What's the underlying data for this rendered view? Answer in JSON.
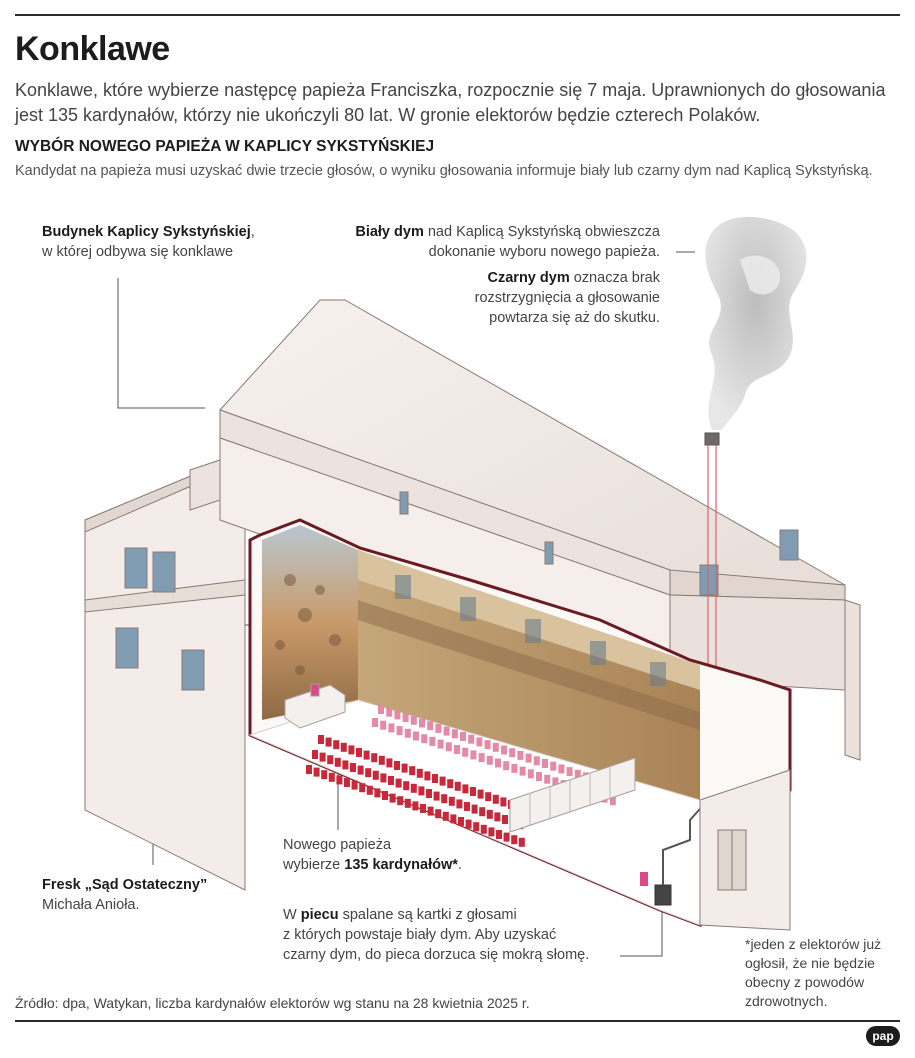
{
  "header": {
    "title": "Konklawe",
    "lead": "Konklawe, które wybierze następcę papieża Franciszka, rozpocznie się 7 maja. Uprawnionych do głosowania jest 135 kardynałów, którzy nie ukończyli 80 lat. W gronie elektorów będzie czterech Polaków.",
    "subhead": "WYBÓR NOWEGO PAPIEŻA W KAPLICY SYKSTYŃSKIEJ",
    "subtext": "Kandydat na papieża musi uzyskać dwie trzecie głosów, o wyniku głosowania informuje biały lub czarny dym nad Kaplicą Sykstyńską."
  },
  "annotations": {
    "building": {
      "bold": "Budynek Kaplicy Sykstyńskiej",
      "after_bold": ",",
      "line2": "w której odbywa się konklawe"
    },
    "white_smoke": {
      "bold": "Biały dym",
      "line1_rest": " nad Kaplicą Sykstyńską obwieszcza",
      "line2": "dokonanie wyboru nowego papieża."
    },
    "black_smoke": {
      "bold": "Czarny dym",
      "line1_rest": " oznacza brak",
      "line2": "rozstrzygnięcia a głosowanie",
      "line3": "powtarza się aż do skutku."
    },
    "cardinals": {
      "line1": "Nowego papieża",
      "line2_pre": "wybierze ",
      "bold": "135 kardynałów*",
      "line2_post": "."
    },
    "fresco": {
      "bold": "Fresk „Sąd Ostateczny”",
      "line2": "Michała Anioła."
    },
    "stove": {
      "pre": "W ",
      "bold": "piecu",
      "line1_rest": " spalane są kartki z głosami",
      "line2": "z których powstaje biały dym. Aby uzyskać",
      "line3": "czarny dym, do pieca dorzuca się mokrą słomę."
    }
  },
  "footnote": "*jeden z elektorów już ogłosił, że nie będzie obecny z powodów zdrowotnych.",
  "source": "Źródło: dpa, Watykan, liczba kardynałów elektorów wg stanu na 28 kwietnia 2025 r.",
  "logo": "pap",
  "colors": {
    "accent": "#6b1a22",
    "cardinal": "#c8283a",
    "wall": "#f1e9e4",
    "smoke": "#c9c9c9"
  }
}
